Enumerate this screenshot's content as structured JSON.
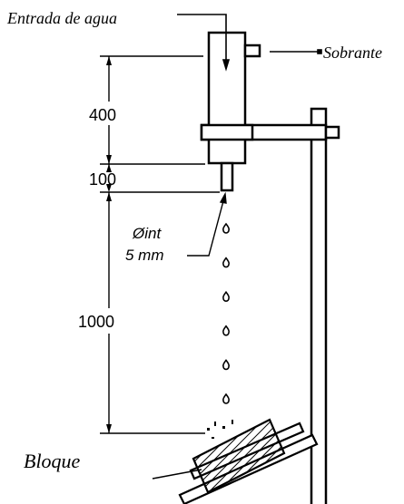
{
  "labels": {
    "water_inlet": "Entrada de agua",
    "overflow": "Sobrante",
    "block": "Bloque",
    "diameter_line1": "Øint",
    "diameter_line2": "5 mm"
  },
  "dimensions": {
    "reservoir_height": "400",
    "nozzle_height": "100",
    "drop_height": "1000"
  },
  "drops": [
    {
      "name": "drop-1"
    },
    {
      "name": "drop-2"
    },
    {
      "name": "drop-3"
    },
    {
      "name": "drop-4"
    },
    {
      "name": "drop-5"
    },
    {
      "name": "drop-6"
    }
  ]
}
